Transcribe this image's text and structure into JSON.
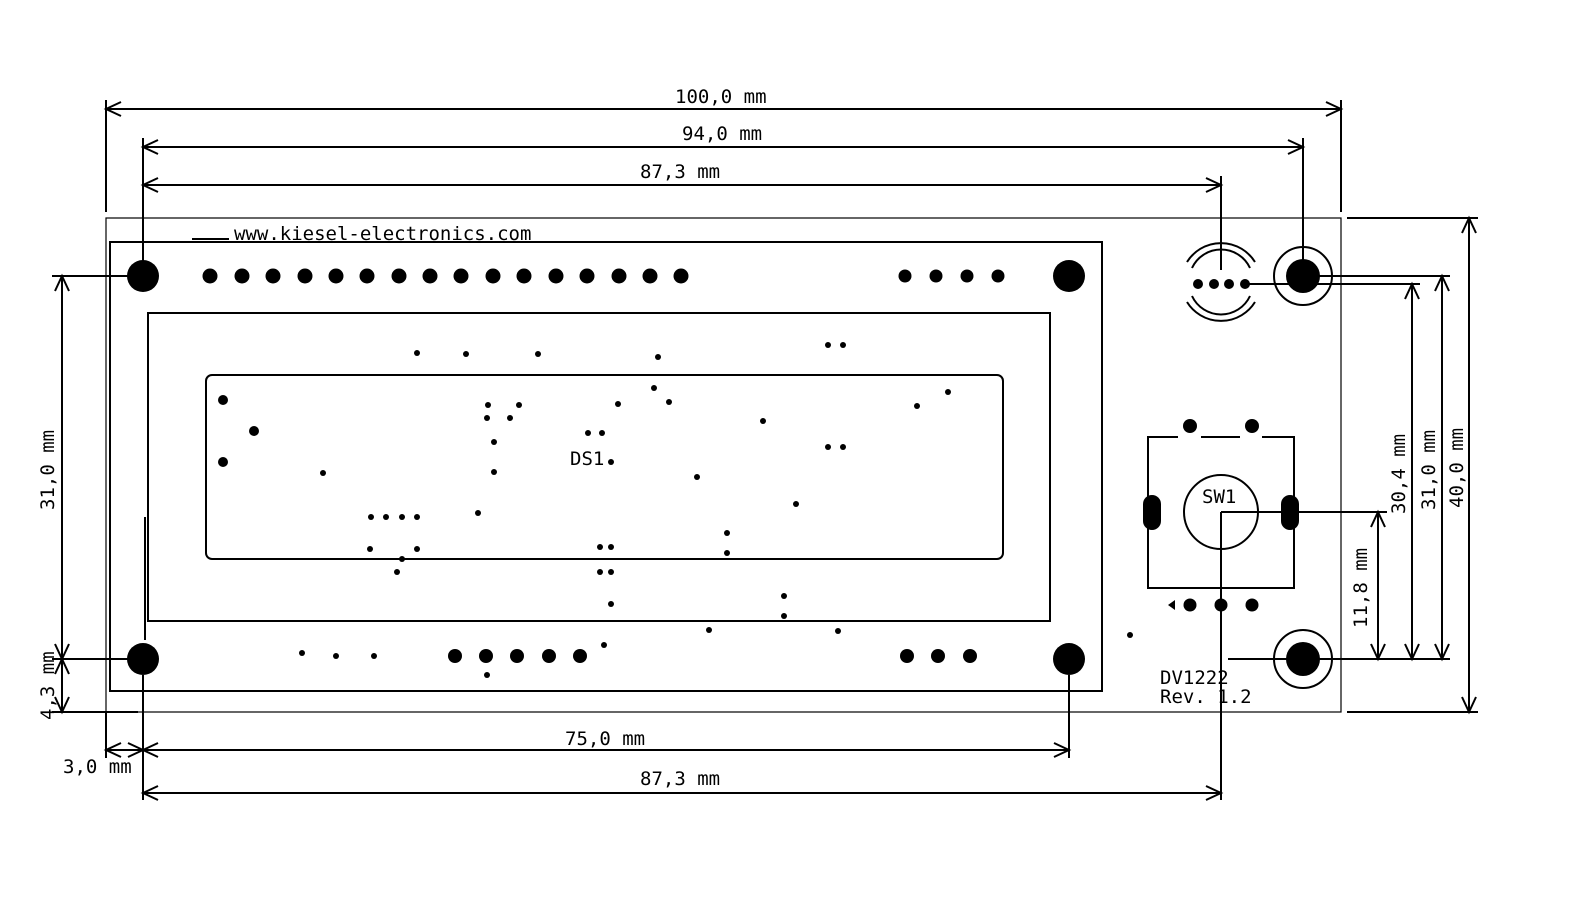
{
  "board": {
    "url": "www.kiesel-electronics.com",
    "ref_display": "DS1",
    "ref_switch": "SW1",
    "part_number": "DV1222",
    "revision": "Rev. 1.2"
  },
  "dimensions": {
    "top_100": "100,0 mm",
    "top_94": "94,0 mm",
    "top_87": "87,3 mm",
    "left_31": "31,0 mm",
    "left_4_3": "4,3 mm",
    "bottom_3": "3,0 mm",
    "bottom_75": "75,0 mm",
    "bottom_87": "87,3 mm",
    "right_11_8": "11,8 mm",
    "right_30_4": "30,4 mm",
    "right_31": "31,0 mm",
    "right_40": "40,0 mm"
  }
}
